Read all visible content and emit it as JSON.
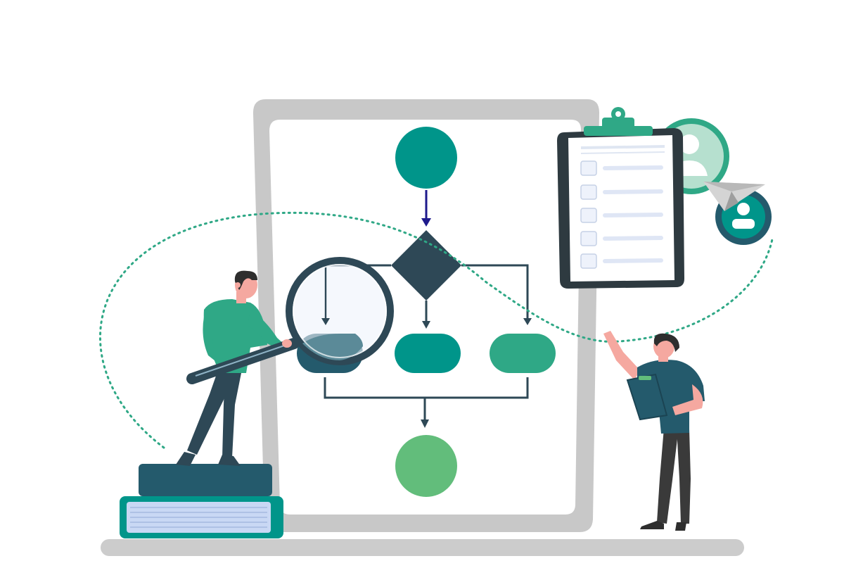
{
  "illustration": {
    "subject": "flowchart-analysis",
    "colors": {
      "teal": "#00958a",
      "green": "#2fa886",
      "light_green": "#62bd7b",
      "navy": "#2e4856",
      "dark_teal": "#245a6c",
      "gray_frame": "#c8c8c8",
      "arrow_blue": "#1e1a8c",
      "skin": "#f5a8a0",
      "dotted_path": "#2fa886",
      "paper_blue": "#c9d8f4"
    },
    "flowchart": {
      "shapes": [
        "start-circle",
        "decision-diamond",
        "process-left",
        "process-middle",
        "process-right",
        "end-circle"
      ]
    },
    "checklist": {
      "item_count": 5
    },
    "icons": [
      "user-avatar-icon",
      "user-avatar-icon-small",
      "paper-plane-icon",
      "magnifying-glass-icon",
      "clipboard-icon"
    ]
  }
}
